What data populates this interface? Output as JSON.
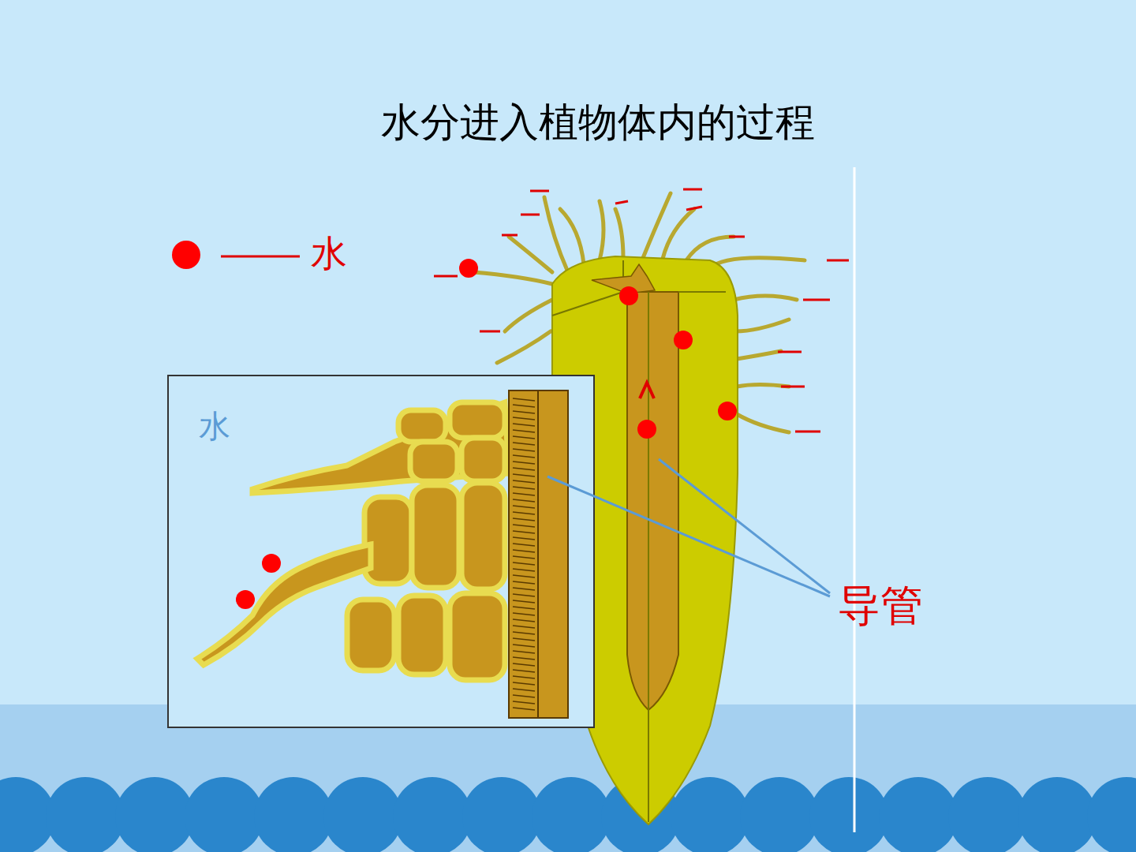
{
  "diagram": {
    "title": "水分进入植物体内的过程",
    "labels": [
      "水",
      "导管"
    ],
    "legend": [
      {
        "text": "水",
        "color": "#ff0000"
      }
    ]
  }
}
